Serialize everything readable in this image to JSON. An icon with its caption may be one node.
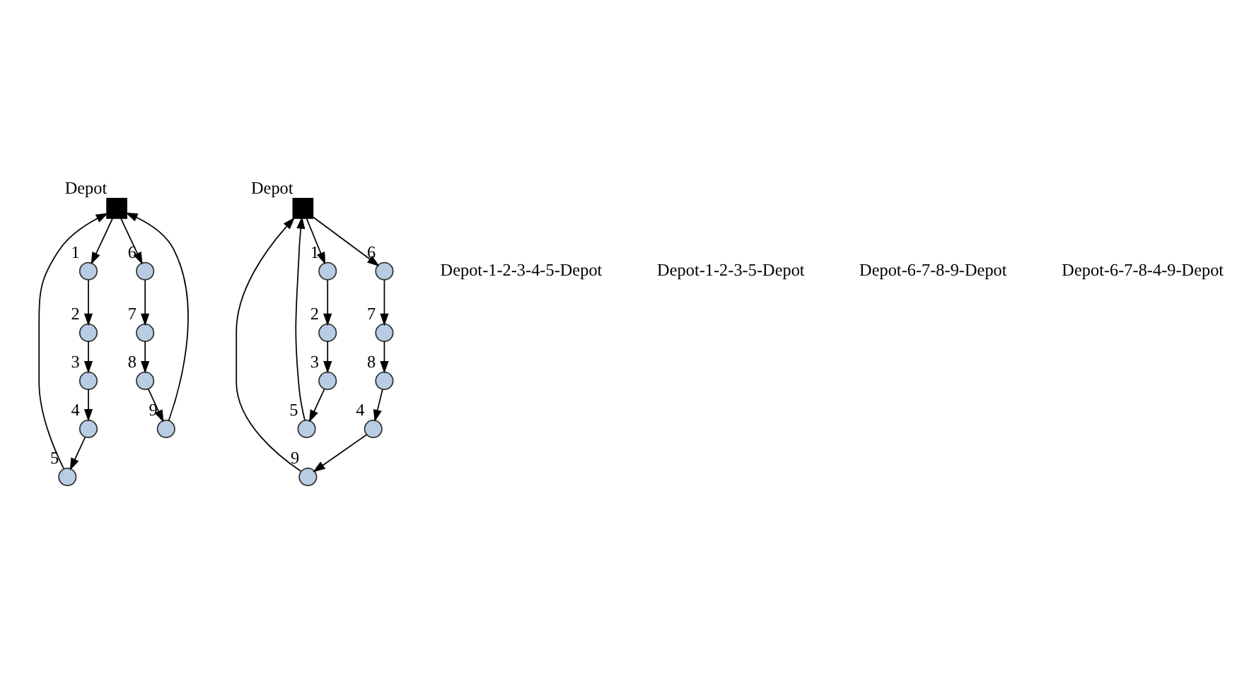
{
  "diagram": {
    "nodes": [
      {
        "text": [],
        "shape": "box",
        "beside": [
          "Depot"
        ]
      },
      {
        "text": [],
        "shape": "circle",
        "beside": [
          "1"
        ]
      },
      {
        "text": [],
        "shape": "circle",
        "beside": [
          "2"
        ]
      },
      {
        "text": [],
        "shape": "circle",
        "beside": [
          "3"
        ]
      },
      {
        "text": [],
        "shape": "circle",
        "beside": [
          "4"
        ]
      },
      {
        "text": [],
        "shape": "circle",
        "beside": [
          "5"
        ]
      },
      {
        "text": [],
        "shape": "circle",
        "beside": [
          "6"
        ]
      },
      {
        "text": [],
        "shape": "circle",
        "beside": [
          "7"
        ]
      },
      {
        "text": [],
        "shape": "circle",
        "beside": [
          "8"
        ]
      },
      {
        "text": [],
        "shape": "circle",
        "beside": [
          "9"
        ]
      },
      {
        "text": [],
        "shape": "box",
        "beside": [
          "Depot"
        ]
      },
      {
        "text": [],
        "shape": "circle",
        "beside": [
          "1"
        ]
      },
      {
        "text": [],
        "shape": "circle",
        "beside": [
          "2"
        ]
      },
      {
        "text": [],
        "shape": "circle",
        "beside": [
          "3"
        ]
      },
      {
        "text": [],
        "shape": "circle",
        "beside": [
          "4"
        ]
      },
      {
        "text": [],
        "shape": "circle",
        "beside": [
          "5"
        ]
      },
      {
        "text": [],
        "shape": "circle",
        "beside": [
          "6"
        ]
      },
      {
        "text": [],
        "shape": "circle",
        "beside": [
          "7"
        ]
      },
      {
        "text": [],
        "shape": "circle",
        "beside": [
          "8"
        ]
      },
      {
        "text": [],
        "shape": "circle",
        "beside": [
          "9"
        ]
      }
    ],
    "edges": [
      {
        "from": 0,
        "to": 1,
        "arrow": "to"
      },
      {
        "from": 1,
        "to": 2,
        "arrow": "to"
      },
      {
        "from": 2,
        "to": 3,
        "arrow": "to"
      },
      {
        "from": 3,
        "to": 4,
        "arrow": "to"
      },
      {
        "from": 4,
        "to": 5,
        "arrow": "to"
      },
      {
        "from": 5,
        "to": 0,
        "arrow": "to"
      },
      {
        "from": 0,
        "to": 6,
        "arrow": "to"
      },
      {
        "from": 6,
        "to": 7,
        "arrow": "to"
      },
      {
        "from": 7,
        "to": 8,
        "arrow": "to"
      },
      {
        "from": 8,
        "to": 9,
        "arrow": "to"
      },
      {
        "from": 9,
        "to": 0,
        "arrow": "to"
      },
      {
        "from": 10,
        "to": 11,
        "arrow": "to"
      },
      {
        "from": 11,
        "to": 12,
        "arrow": "to"
      },
      {
        "from": 12,
        "to": 13,
        "arrow": "to"
      },
      {
        "from": 13,
        "to": 15,
        "arrow": "to"
      },
      {
        "from": 15,
        "to": 10,
        "arrow": "to"
      },
      {
        "from": 10,
        "to": 16,
        "arrow": "to"
      },
      {
        "from": 16,
        "to": 17,
        "arrow": "to"
      },
      {
        "from": 17,
        "to": 18,
        "arrow": "to"
      },
      {
        "from": 18,
        "to": 14,
        "arrow": "to"
      },
      {
        "from": 14,
        "to": 19,
        "arrow": "to"
      },
      {
        "from": 19,
        "to": 10,
        "arrow": "to"
      }
    ],
    "labels": [
      "Depot-1-2-3-4-5-Depot",
      "Depot-1-2-3-5-Depot",
      "Depot-6-7-8-9-Depot",
      "Depot-6-7-8-4-9-Depot"
    ]
  }
}
